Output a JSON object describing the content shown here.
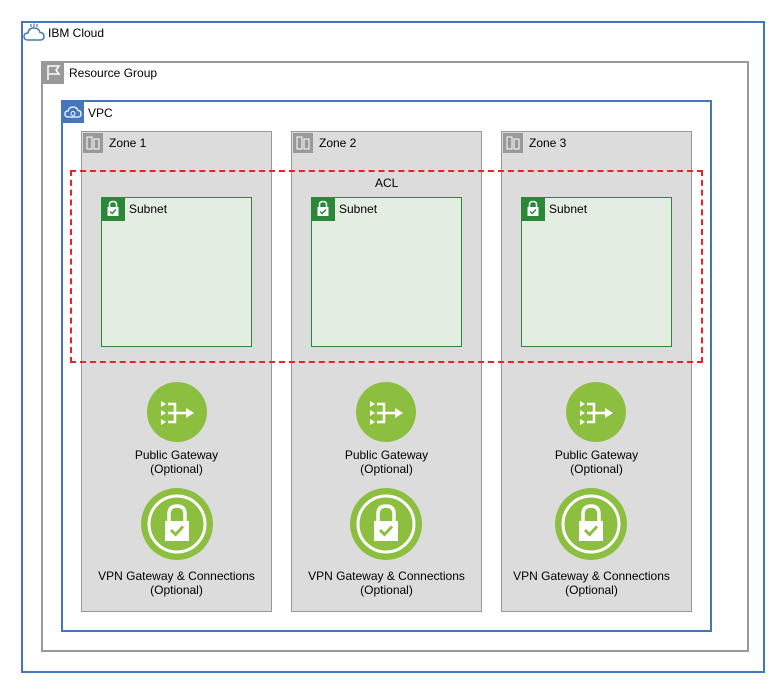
{
  "cloud": {
    "label": "IBM Cloud"
  },
  "resource_group": {
    "label": "Resource Group"
  },
  "vpc": {
    "label": "VPC"
  },
  "acl": {
    "label": "ACL"
  },
  "zones": [
    {
      "label": "Zone 1",
      "subnet": "Subnet",
      "public_gateway": {
        "line1": "Public Gateway",
        "line2": "(Optional)"
      },
      "vpn_gateway": {
        "line1": "VPN Gateway & Connections",
        "line2": "(Optional)"
      }
    },
    {
      "label": "Zone 2",
      "subnet": "Subnet",
      "public_gateway": {
        "line1": "Public Gateway",
        "line2": "(Optional)"
      },
      "vpn_gateway": {
        "line1": "VPN Gateway & Connections",
        "line2": "(Optional)"
      }
    },
    {
      "label": "Zone 3",
      "subnet": "Subnet",
      "public_gateway": {
        "line1": "Public Gateway",
        "line2": "(Optional)"
      },
      "vpn_gateway": {
        "line1": "VPN Gateway & Connections",
        "line2": "(Optional)"
      }
    }
  ],
  "colors": {
    "cloud_border": "#4376bb",
    "group_border": "#999999",
    "vpc_border": "#4376bb",
    "zone_fill": "#dcdcdc",
    "zone_border": "#999999",
    "subnet_fill": "#e4ede2",
    "subnet_border": "#2a8838",
    "acl_border": "#e8232a",
    "gateway_green": "#8cbf3f"
  },
  "icons": {
    "cloud": "ibm-cloud-icon",
    "resource_group": "flag-icon",
    "vpc": "vpc-icon",
    "zone": "zone-building-icon",
    "subnet": "subnet-lock-icon",
    "public_gateway": "public-gateway-icon",
    "vpn_gateway": "vpn-lock-icon"
  }
}
